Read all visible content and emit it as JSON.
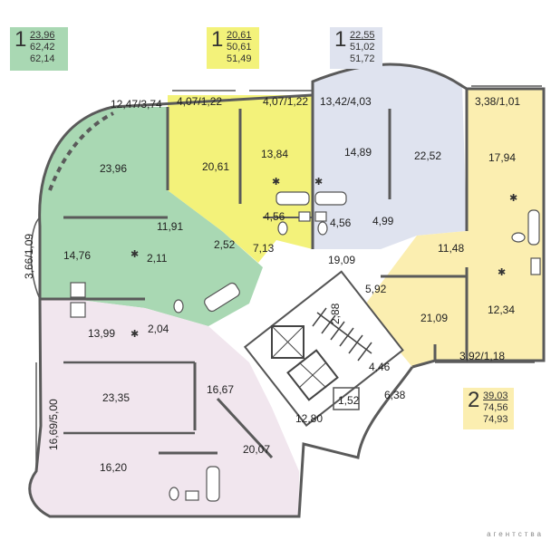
{
  "badges": [
    {
      "id": "apt1a",
      "rooms": "1",
      "areas": [
        "23,96",
        "62,42",
        "62,14"
      ],
      "color": "#a9d8b3"
    },
    {
      "id": "apt1b",
      "rooms": "1",
      "areas": [
        "20,61",
        "50,61",
        "51,49"
      ],
      "color": "#f3f27a"
    },
    {
      "id": "apt1c",
      "rooms": "1",
      "areas": [
        "22,55",
        "51,02",
        "51,72"
      ],
      "color": "#dfe3ef"
    },
    {
      "id": "apt2",
      "rooms": "2",
      "areas": [
        "39,03",
        "74,56",
        "74,93"
      ],
      "color": "#fbeeb0"
    }
  ],
  "rooms": {
    "green_balcony": "12,47/3,74",
    "green_main": "23,96",
    "green_bedroom": "14,76",
    "green_hall": "11,91",
    "green_bath": "2,11",
    "green_side_balcony": "3,66/1,09",
    "yellow_balcony_left": "4,07/1,22",
    "yellow_balcony_right": "4,07/1,22",
    "yellow_main": "20,61",
    "yellow_kitchen": "13,84",
    "yellow_bath": "4,56",
    "yellow_wc": "2,52",
    "yellow_hall": "7,13",
    "blue_balcony": "13,42/4,03",
    "blue_room1": "14,89",
    "blue_main": "22,52",
    "blue_bath": "4,56",
    "blue_hall": "4,99",
    "orange_balcony_top": "3,38/1,01",
    "orange_main": "17,94",
    "orange_hall": "11,48",
    "orange_room": "12,34",
    "orange_bedroom": "21,09",
    "orange_storage": "5,92",
    "orange_balcony_bottom": "3,92/1,18",
    "corridor": "19,09",
    "pink_room1": "13,99",
    "pink_bath": "2,04",
    "pink_room2": "23,35",
    "pink_hall": "16,67",
    "pink_room3": "16,20",
    "pink_side_balcony": "16,69/5,00",
    "pink_room4": "20,07",
    "lobby": "12,80",
    "stair_landing": "2,88",
    "elevator_hall": "4,46",
    "small_room": "1,52",
    "stair_hall": "6,38"
  },
  "watermark": "агентства"
}
